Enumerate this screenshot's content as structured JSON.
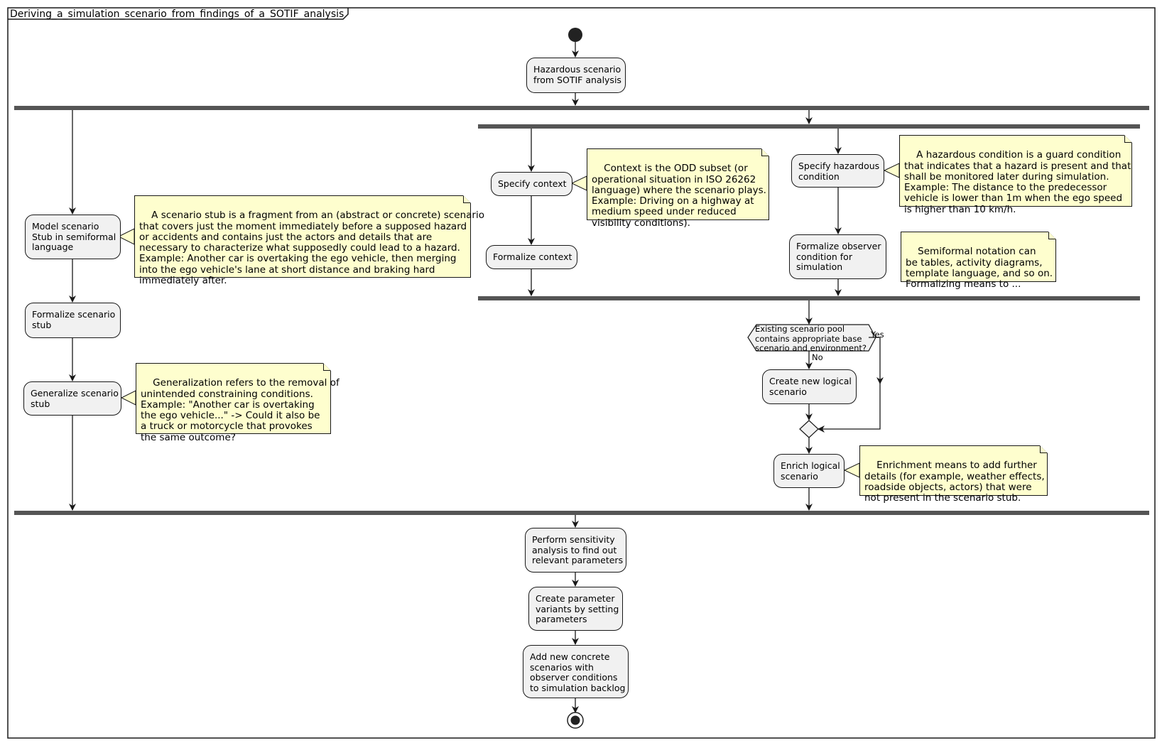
{
  "diagram": {
    "title": "Deriving_a_simulation_scenario_from_findings_of_a_SOTIF_analysis",
    "activities": {
      "hazardous_scenario": "Hazardous scenario\nfrom SOTIF analysis",
      "model_stub": "Model scenario\nStub in semiformal\nlanguage",
      "formalize_stub": "Formalize scenario\nstub",
      "generalize_stub": "Generalize scenario\nstub",
      "specify_context": "Specify context",
      "formalize_context": "Formalize context",
      "specify_hazardous": "Specify hazardous\ncondition",
      "formalize_observer": "Formalize observer\ncondition for\nsimulation",
      "create_logical": "Create new logical\nscenario",
      "enrich_logical": "Enrich logical\nscenario",
      "sensitivity": "Perform sensitivity\nanalysis to find out\nrelevant parameters",
      "param_variants": "Create parameter\nvariants by setting\nparameters",
      "add_concrete": "Add new concrete\nscenarios with\nobserver conditions\nto simulation backlog"
    },
    "decision": {
      "question": "Existing scenario pool\ncontains appropriate base\nscenario and environment?",
      "yes_label": "Yes",
      "no_label": "No"
    },
    "notes": {
      "stub_note": "A scenario stub is a fragment from an (abstract or concrete) scenario\nthat covers just the moment immediately before a supposed hazard\nor accidents and contains just the actors and details that are\nnecessary to characterize what supposedly could lead to a hazard.\nExample: Another car is overtaking the ego vehicle, then merging\ninto the ego vehicle's lane at short distance and braking hard\nimmediately after.",
      "generalization_note": "Generalization refers to the removal of\nunintended constraining conditions.\nExample: \"Another car is overtaking\nthe ego vehicle...\" -> Could it also be\na truck or motorcycle that provokes\nthe same outcome?",
      "context_note": "Context is the ODD subset (or\noperational situation in ISO 26262\nlanguage) where the scenario plays.\nExample: Driving on a highway at\nmedium speed under reduced\nvisibility conditions).",
      "hazard_note": "A hazardous condition is a guard condition\nthat indicates that a hazard is present and that\nshall be monitored later during simulation.\nExample: The distance to the predecessor\nvehicle is lower than 1m when the ego speed\nis higher than 10 km/h.",
      "semiformal_note": "Semiformal notation can\nbe tables, activity diagrams,\ntemplate language, and so on.\nFormalizing means to ...",
      "enrichment_note": "Enrichment means to add further\ndetails (for example, weather effects,\nroadside objects, actors) that were\nnot present in the scenario stub."
    }
  }
}
